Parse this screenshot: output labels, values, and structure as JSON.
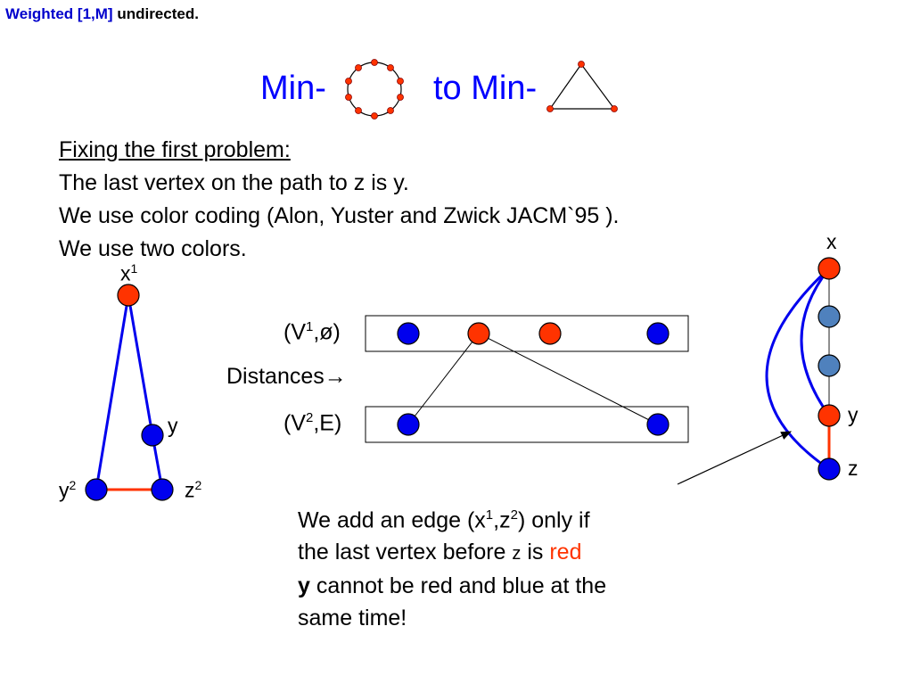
{
  "header": {
    "tag_colored": "Weighted [1,M]",
    "tag_plain": "undirected."
  },
  "title": {
    "left": "Min-",
    "right": "to Min-"
  },
  "problem": {
    "heading": "Fixing the first problem:",
    "line1": "The last vertex on the path to z is y.",
    "line2": "We use color coding (Alon, Yuster and Zwick JACM`95 ).",
    "line3": "We use two colors."
  },
  "left_graph": {
    "x": "x",
    "x_sup": "1",
    "y": "y",
    "y2": "y",
    "y2_sup": "2",
    "z2": "z",
    "z2_sup": "2"
  },
  "middle": {
    "v1_pre": "(V",
    "v1_sup": "1",
    "v1_post": ",ø)",
    "distances": "Distances",
    "arrow": "→",
    "v2_pre": "(V",
    "v2_sup": "2",
    "v2_post": ",E)"
  },
  "right_graph": {
    "x": "x",
    "y": "y",
    "z": "z"
  },
  "note": {
    "l1_a": "We add an edge (x",
    "l1_sup1": "1",
    "l1_b": ",z",
    "l1_sup2": "2",
    "l1_c": ") only if",
    "l2_a": "the last vertex before ",
    "l2_z": "z",
    "l2_b": " is ",
    "l2_red": "red",
    "l3_bold": "y",
    "l3_rest": " cannot be red and blue at the",
    "l4": "same time!"
  },
  "colors": {
    "red_node": "#ff3300",
    "blue_node": "#0000ee",
    "steel_node": "#4f81bd",
    "blue_text": "#0000ff"
  }
}
